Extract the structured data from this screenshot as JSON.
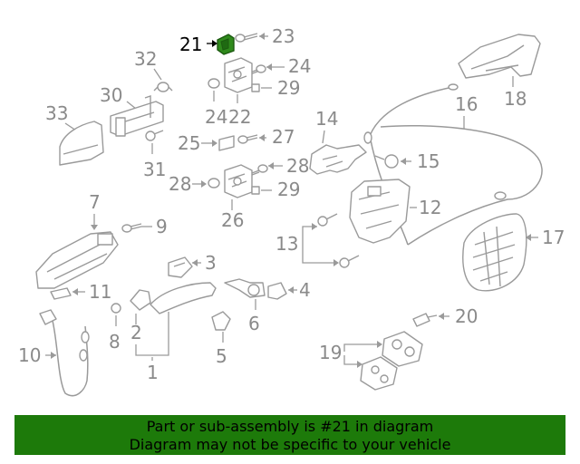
{
  "callouts": {
    "n1": "1",
    "n2": "2",
    "n3": "3",
    "n4": "4",
    "n5": "5",
    "n6": "6",
    "n7": "7",
    "n8": "8",
    "n9": "9",
    "n10": "10",
    "n11": "11",
    "n12": "12",
    "n13": "13",
    "n14": "14",
    "n15": "15",
    "n16": "16",
    "n17": "17",
    "n18": "18",
    "n19": "19",
    "n20": "20",
    "n21": "21",
    "n22": "22",
    "n23": "23",
    "n24a": "24",
    "n24b": "24",
    "n25": "25",
    "n26": "26",
    "n27": "27",
    "n28a": "28",
    "n28b": "28",
    "n29a": "29",
    "n29b": "29",
    "n30": "30",
    "n31": "31",
    "n32": "32",
    "n33": "33"
  },
  "highlighted_part": "21",
  "colors": {
    "highlight_part": "#2f8a1c",
    "banner_bg": "#1d7a0a",
    "line_gray": "#9a9a9a"
  },
  "banner": {
    "line1": "Part or sub-assembly is #21 in diagram",
    "line2": "Diagram may not be specific to your vehicle"
  }
}
